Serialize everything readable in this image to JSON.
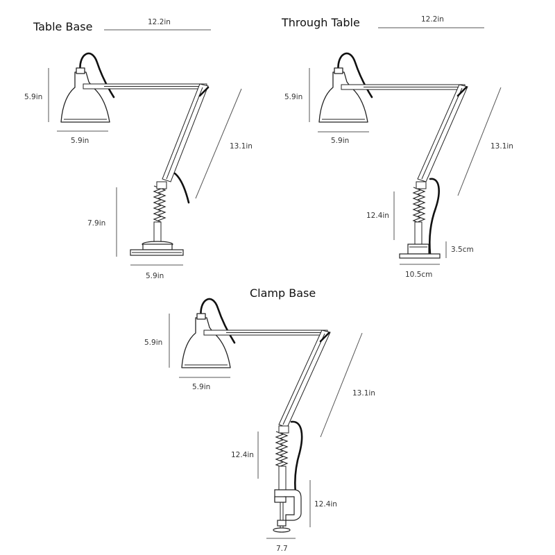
{
  "panels": {
    "table_base": {
      "title": "Table Base",
      "dims": {
        "arm_top": "12.2in",
        "shade_height": "5.9in",
        "shade_width": "5.9in",
        "lower_arm": "13.1in",
        "base_height": "7.9in",
        "base_width": "5.9in"
      }
    },
    "through_table": {
      "title": "Through Table",
      "dims": {
        "arm_top": "12.2in",
        "shade_height": "5.9in",
        "shade_width": "5.9in",
        "lower_arm": "13.1in",
        "stem_height": "12.4in",
        "fixing_depth": "3.5cm",
        "base_width": "10.5cm"
      }
    },
    "clamp_base": {
      "title": "Clamp Base",
      "dims": {
        "shade_height": "5.9in",
        "shade_width": "5.9in",
        "lower_arm": "13.1in",
        "stem_height": "12.4in",
        "clamp_height": "12.4in",
        "clamp_width": "7.7"
      }
    }
  }
}
